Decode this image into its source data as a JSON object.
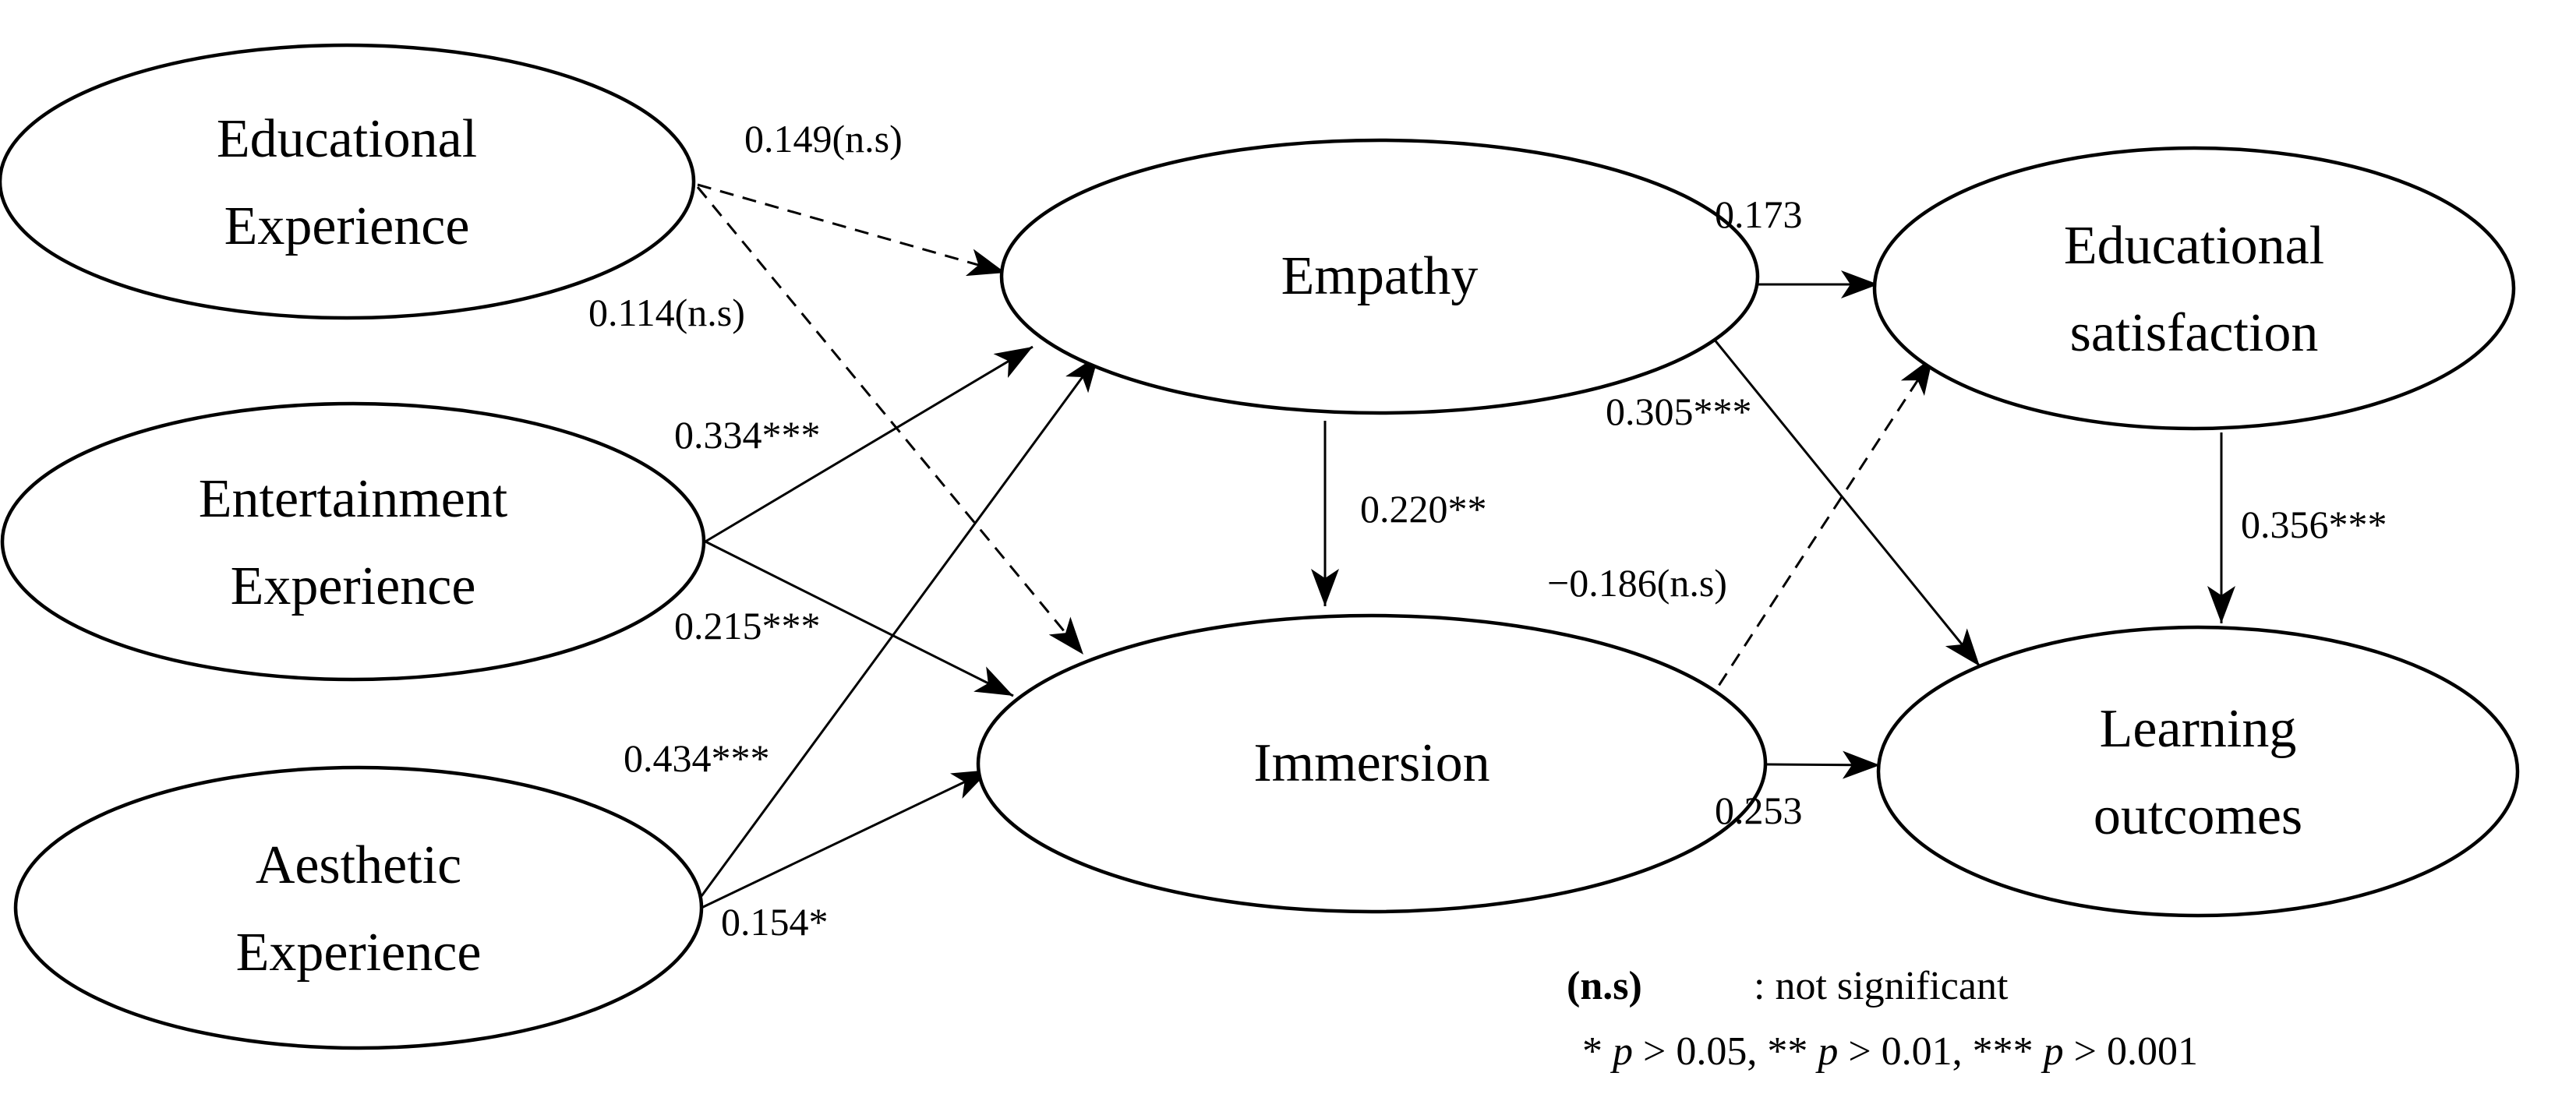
{
  "nodes": {
    "educational_experience": [
      "Educational",
      "Experience"
    ],
    "entertainment_experience": [
      "Entertainment",
      "Experience"
    ],
    "aesthetic_experience": [
      "Aesthetic",
      "Experience"
    ],
    "empathy": [
      "Empathy"
    ],
    "immersion": [
      "Immersion"
    ],
    "educational_satisfaction": [
      "Educational",
      "satisfaction"
    ],
    "learning_outcomes": [
      "Learning",
      "outcomes"
    ]
  },
  "edges": [
    {
      "from": "educational_experience",
      "to": "empathy",
      "coefficient": "0.149(n.s)",
      "significant": false
    },
    {
      "from": "educational_experience",
      "to": "immersion",
      "coefficient": "0.114(n.s)",
      "significant": false
    },
    {
      "from": "entertainment_experience",
      "to": "empathy",
      "coefficient": "0.334***",
      "significant": true
    },
    {
      "from": "entertainment_experience",
      "to": "immersion",
      "coefficient": "0.215***",
      "significant": true
    },
    {
      "from": "aesthetic_experience",
      "to": "empathy",
      "coefficient": "0.434***",
      "significant": true
    },
    {
      "from": "aesthetic_experience",
      "to": "immersion",
      "coefficient": "0.154*",
      "significant": true
    },
    {
      "from": "empathy",
      "to": "immersion",
      "coefficient": "0.220**",
      "significant": true
    },
    {
      "from": "empathy",
      "to": "educational_satisfaction",
      "coefficient": "0.173",
      "significant": true
    },
    {
      "from": "empathy",
      "to": "learning_outcomes",
      "coefficient": "0.305***",
      "significant": true
    },
    {
      "from": "immersion",
      "to": "educational_satisfaction",
      "coefficient": "−0.186(n.s)",
      "significant": false
    },
    {
      "from": "immersion",
      "to": "learning_outcomes",
      "coefficient": "0.253",
      "significant": true
    },
    {
      "from": "educational_satisfaction",
      "to": "learning_outcomes",
      "coefficient": "0.356***",
      "significant": true
    }
  ],
  "legend": {
    "ns_key": "(n.s)",
    "ns_desc": ": not significant",
    "p_values": "* p > 0.05, ** p > 0.01, *** p > 0.001"
  }
}
